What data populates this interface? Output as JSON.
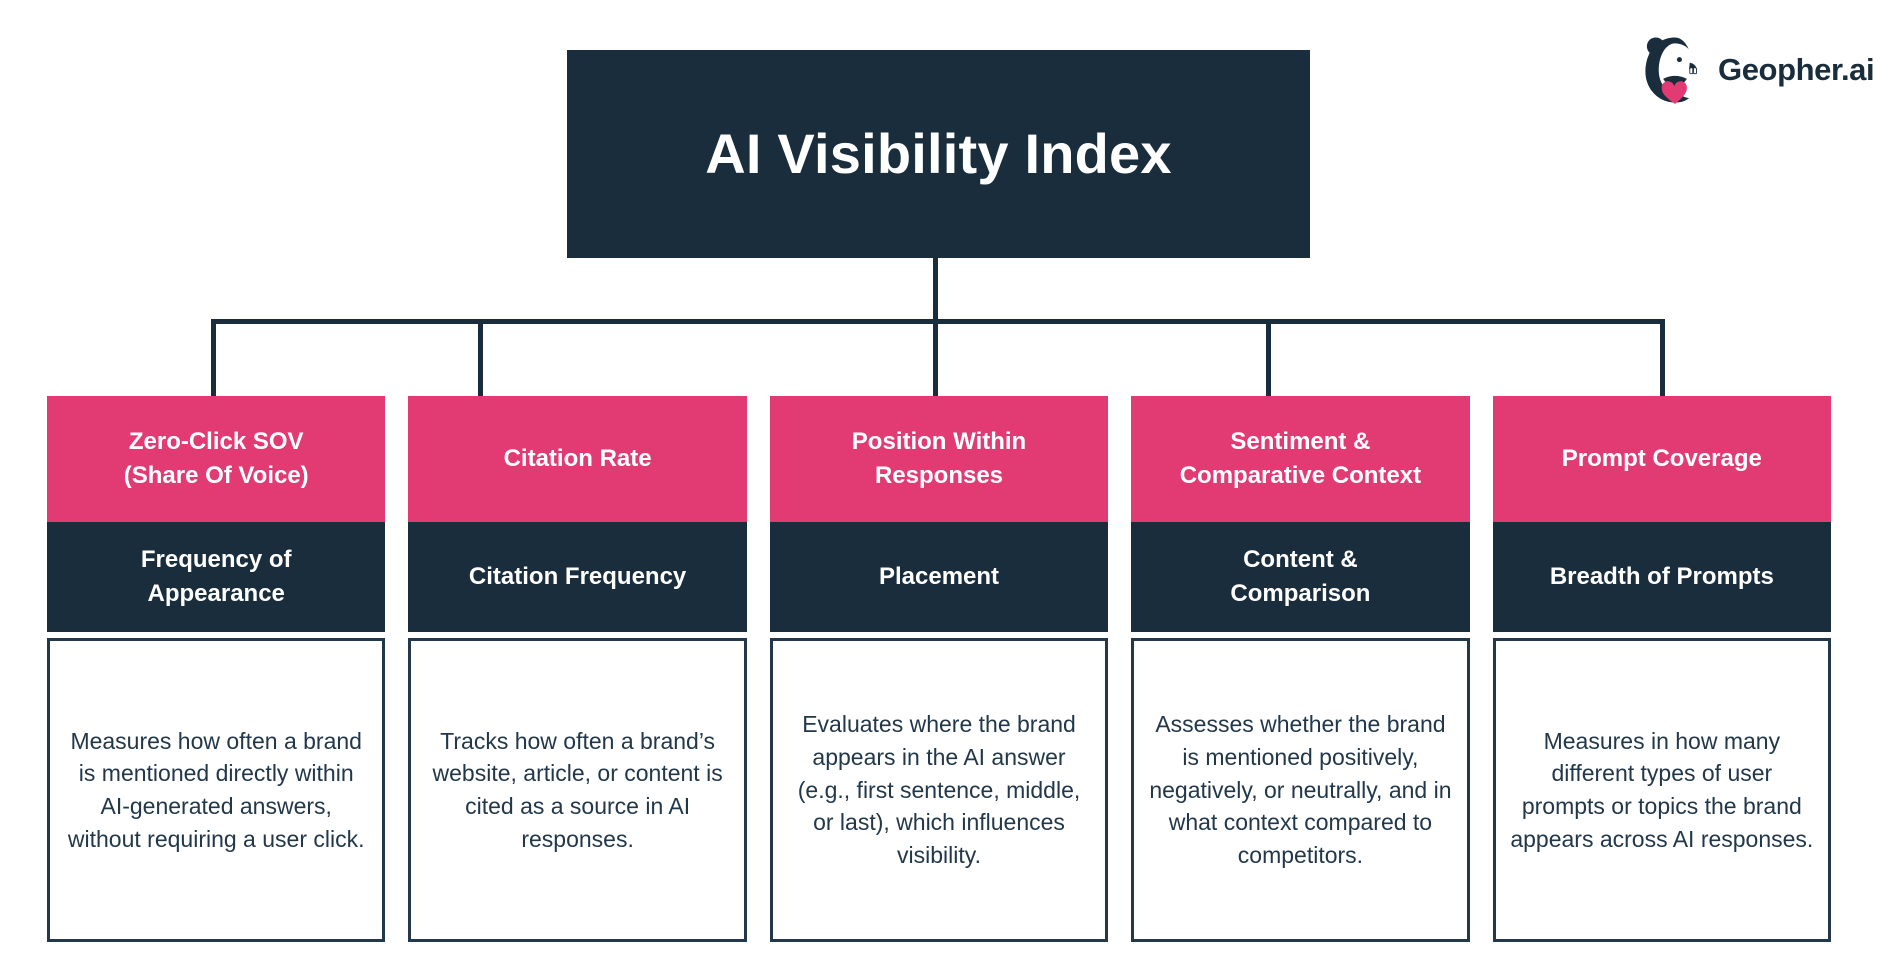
{
  "brand": {
    "logo_icon": "gopher-mascot-icon",
    "heart_icon": "heart-icon",
    "name": "Geopher.ai"
  },
  "colors": {
    "accent_pink": "#E23B74",
    "dark_navy": "#192D3C",
    "body_border": "#23384A",
    "body_text": "#22384A",
    "background": "#ffffff"
  },
  "root": {
    "title": "AI Visibility Index"
  },
  "columns": [
    {
      "header": "Zero-Click SOV\n(Share Of Voice)",
      "subheader": "Frequency of\nAppearance",
      "body": "Measures how often a brand is mentioned directly within AI-generated answers, without requiring a user click."
    },
    {
      "header": "Citation Rate",
      "subheader": "Citation Frequency",
      "body": "Tracks how often a brand’s website, article, or content is cited as a source in AI responses."
    },
    {
      "header": "Position Within\nResponses",
      "subheader": "Placement",
      "body": "Evaluates where the brand appears in the AI answer (e.g., first sentence, middle, or last), which influences visibility."
    },
    {
      "header": "Sentiment &\nComparative Context",
      "subheader": "Content &\nComparison",
      "body": "Assesses whether the brand is mentioned positively, negatively, or neutrally, and in what context compared to competitors."
    },
    {
      "header": "Prompt Coverage",
      "subheader": "Breadth of Prompts",
      "body": "Measures in how many different types of user prompts or topics the brand appears across AI responses."
    }
  ],
  "connectors": {
    "drop_positions": [
      211,
      478,
      933,
      1266,
      1660
    ]
  }
}
